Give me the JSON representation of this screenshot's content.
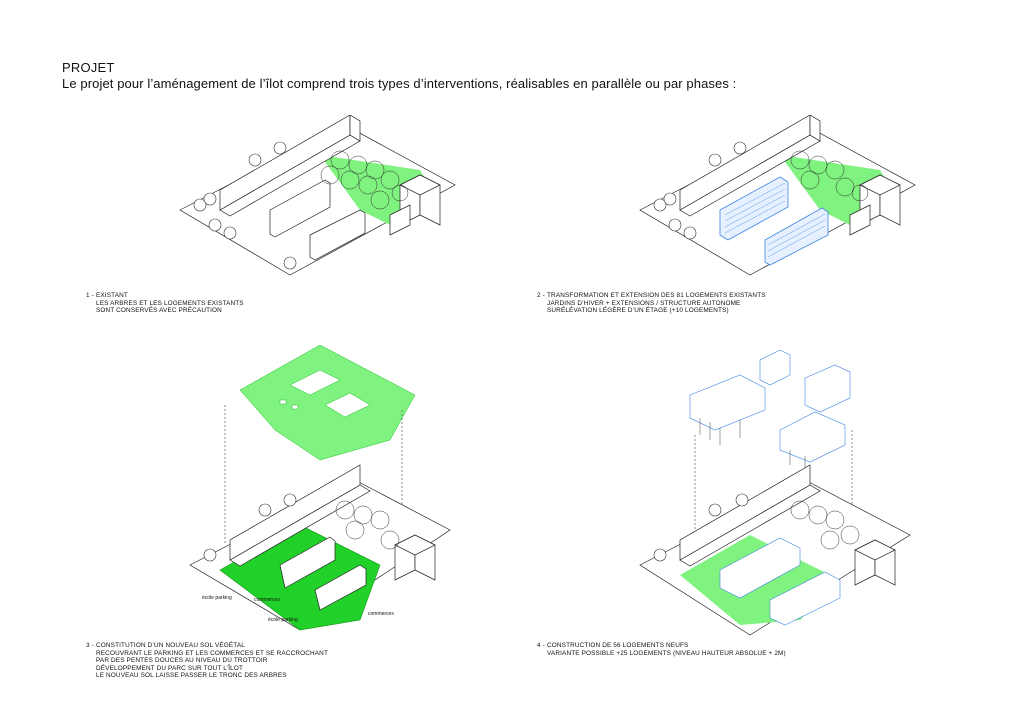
{
  "header": {
    "title": "PROJET",
    "subtitle": "Le projet pour l’aménagement de l’îlot comprend trois types d’interventions, réalisables en parallèle ou par phases :"
  },
  "colors": {
    "green": "#7ff27f",
    "green_dark": "#22c02a",
    "blue": "#3f86e6",
    "line": "#222222",
    "tree": "#2d2d2d"
  },
  "panels": [
    {
      "number": "1 -",
      "lines": [
        "EXISTANT",
        "LES ARBRES ET LES LOGEMENTS EXISTANTS",
        "SONT CONSERVÉS AVEC PRÉCAUTION"
      ]
    },
    {
      "number": "2 -",
      "lines": [
        "TRANSFORMATION ET EXTENSION DES 81 LOGEMENTS EXISTANTS",
        "JARDINS D’HIVER + EXTENSIONS / STRUCTURE AUTONOME",
        "SURÉLÉVATION LÉGÈRE D’UN ÉTAGE (+10 LOGEMENTS)"
      ]
    },
    {
      "number": "3 -",
      "lines": [
        "CONSTITUTION D’UN NOUVEAU SOL VÉGÉTAL",
        "RECOUVRANT LE PARKING ET LES COMMERCES ET SE RACCROCHANT",
        "PAR DES PENTES DOUCES AU NIVEAU DU TROTTOIR",
        "DÉVELOPPEMENT DU PARC SUR TOUT L’ÎLOT",
        "LE NOUVEAU SOL LAISSE PASSER LE TRONC DES ARBRES"
      ]
    },
    {
      "number": "4 -",
      "lines": [
        "CONSTRUCTION DE 56 LOGEMENTS NEUFS",
        "VARIANTE POSSIBLE +25 LOGEMENTS (NIVEAU HAUTEUR ABSOLUE + 2M)"
      ]
    }
  ],
  "labels3": {
    "ecole_parking_1": "école parking",
    "commerces_1": "commerces",
    "ecole_parking_2": "école parking",
    "commerces_2": "commerces"
  }
}
